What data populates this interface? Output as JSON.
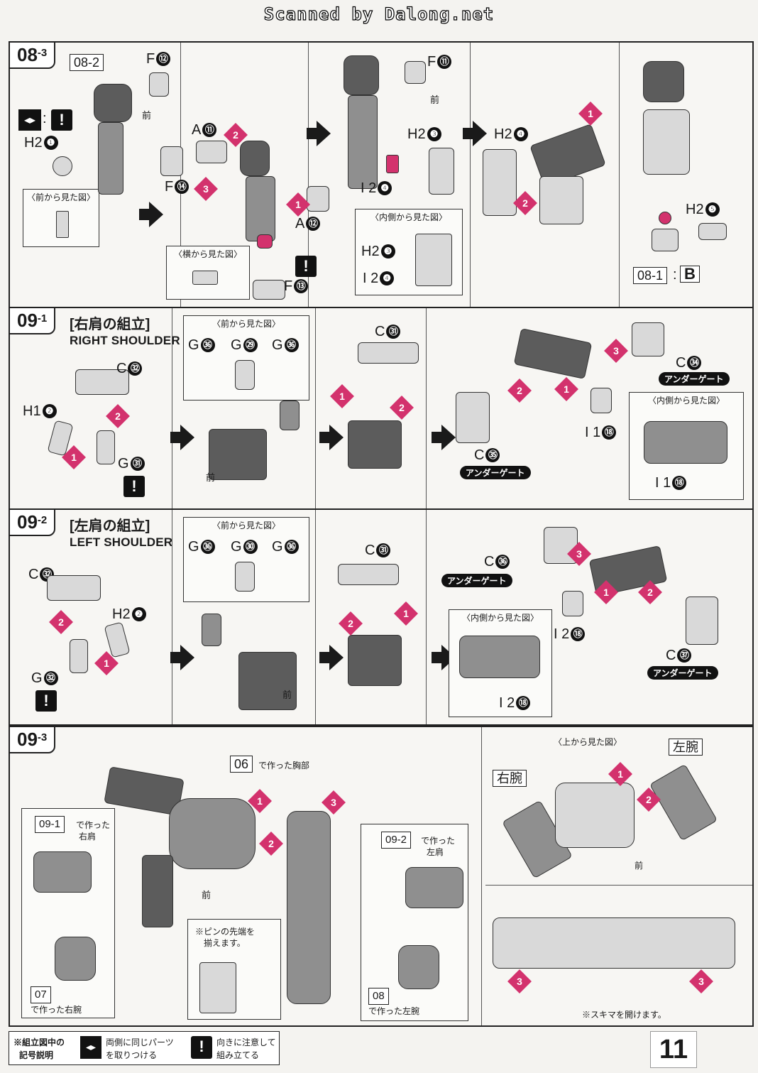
{
  "scanner_text": "Scanned by Dalong.net",
  "page_number": "11",
  "colors": {
    "accent": "#d3326d",
    "ink": "#1a1a1a",
    "paper": "#f7f6f3"
  },
  "step_08_3": {
    "tag_main": "08",
    "tag_sub": "-3",
    "ref_08_2": "08-2",
    "ref_08_1": "08-1",
    "ref_08_1_letter": "B",
    "front_dir": "前",
    "labels": {
      "f12": "F",
      "f12_n": "⑫",
      "h2_1": "H2",
      "h2_1_n": "❶",
      "a11": "A",
      "a11_n": "⑪",
      "f14": "F",
      "f14_n": "⑭",
      "a12": "A",
      "a12_n": "⑫",
      "f13": "F",
      "f13_n": "⑬",
      "f11": "F",
      "f11_n": "⑪",
      "h2_3": "H2",
      "h2_3_n": "❸",
      "i2_4": "I 2",
      "i2_4_n": "❹",
      "h2_4": "H2",
      "h2_4_n": "❹",
      "h2_5": "H2",
      "h2_5_n": "❺"
    },
    "view_front": "〈前から見た図〉",
    "view_side": "〈横から見た図〉",
    "view_inside": "〈内側から見た図〉",
    "inside_h2_3": "H2",
    "inside_h2_3_n": "❸",
    "inside_i2_4": "I 2",
    "inside_i2_4_n": "❹",
    "steps": [
      "1",
      "2",
      "3"
    ]
  },
  "step_09_1": {
    "tag_main": "09",
    "tag_sub": "-1",
    "title_jp": "[右肩の組立]",
    "title_en": "RIGHT SHOULDER",
    "view_front": "〈前から見た図〉",
    "view_inside": "〈内側から見た図〉",
    "front_dir": "前",
    "gate": "アンダーゲート",
    "labels": {
      "c32": "C",
      "c32_n": "㉜",
      "h1_2": "H1",
      "h1_2_n": "❷",
      "g31": "G",
      "g31_n": "㉛",
      "g36a": "G",
      "g36a_n": "㊱",
      "g29": "G",
      "g29_n": "㉙",
      "g36b": "G",
      "g36b_n": "㊱",
      "c31": "C",
      "c31_n": "㉛",
      "c34": "C",
      "c34_n": "㉞",
      "c35": "C",
      "c35_n": "㉟",
      "i1_18": "I 1",
      "i1_18_n": "⑱",
      "i1_18b": "I 1",
      "i1_18b_n": "⑱"
    }
  },
  "step_09_2": {
    "tag_main": "09",
    "tag_sub": "-2",
    "title_jp": "[左肩の組立]",
    "title_en": "LEFT SHOULDER",
    "view_front": "〈前から見た図〉",
    "view_inside": "〈内側から見た図〉",
    "front_dir": "前",
    "gate": "アンダーゲート",
    "labels": {
      "c32": "C",
      "c32_n": "㉜",
      "h2_2": "H2",
      "h2_2_n": "❷",
      "g32": "G",
      "g32_n": "㉜",
      "g36a": "G",
      "g36a_n": "㊱",
      "g30": "G",
      "g30_n": "㉚",
      "g36b": "G",
      "g36b_n": "㊱",
      "c31": "C",
      "c31_n": "㉛",
      "c36": "C",
      "c36_n": "㊱",
      "c37": "C",
      "c37_n": "㊲",
      "i2_18": "I 2",
      "i2_18_n": "⑱",
      "i2_18b": "I 2",
      "i2_18b_n": "⑱"
    }
  },
  "step_09_3": {
    "tag_main": "09",
    "tag_sub": "-3",
    "ref_06": "06",
    "ref_06_text": "で作った胸部",
    "ref_09_1": "09-1",
    "ref_09_1_text": "で作った",
    "ref_09_1_text2": "右肩",
    "ref_09_2": "09-2",
    "ref_09_2_text": "で作った",
    "ref_09_2_text2": "左肩",
    "ref_07": "07",
    "ref_07_text": "で作った右腕",
    "ref_08": "08",
    "ref_08_text": "で作った左腕",
    "front_dir": "前",
    "pin_note_1": "※ピンの先端を",
    "pin_note_2": "揃えます。",
    "view_top": "〈上から見た図〉",
    "right_arm": "右腕",
    "left_arm": "左腕",
    "gap_note": "※スキマを開けます。",
    "front_dir_top": "前"
  },
  "legend": {
    "title_1": "※組立図中の",
    "title_2": "記号説明",
    "same_parts_1": "両側に同じパーツ",
    "same_parts_2": "を取りつける",
    "caution_1": "向きに注意して",
    "caution_2": "組み立てる"
  }
}
